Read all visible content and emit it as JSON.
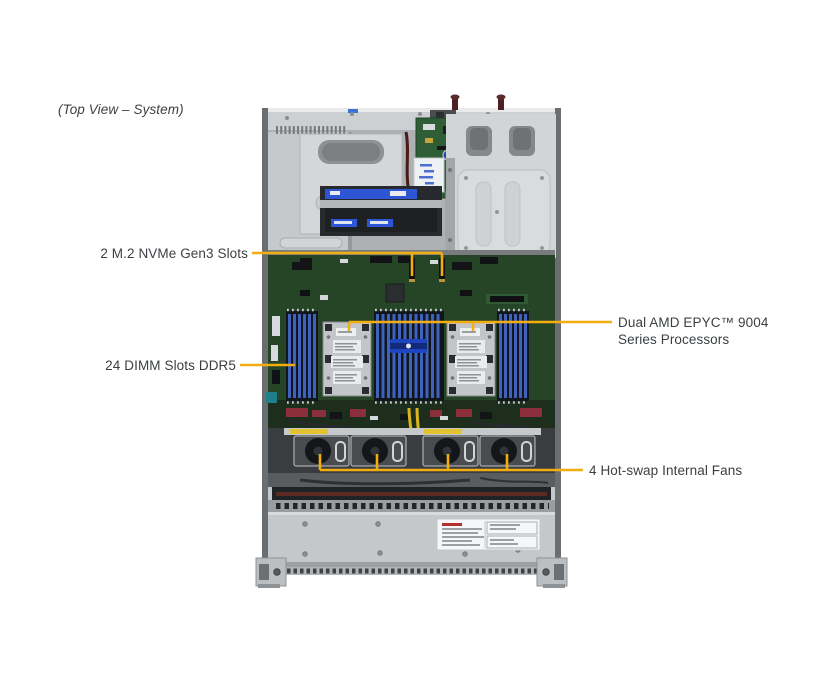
{
  "figure": {
    "title": "(Top View – System)"
  },
  "callouts": {
    "m2": {
      "text": "2 M.2 NVMe Gen3 Slots"
    },
    "cpu": {
      "line1": "Dual AMD EPYC™ 9004",
      "line2": "Series Processors"
    },
    "dimm": {
      "text": "24 DIMM Slots DDR5"
    },
    "fans": {
      "text": "4 Hot-swap Internal Fans"
    }
  },
  "colors": {
    "callout_line": "#F2AE10",
    "label_text": "#3C4043",
    "chassis_gray": "#C9CCCE",
    "motherboard_green": "#264426",
    "dimm_blue": "#3F63BD",
    "heatsink_silver": "#C3C6C8",
    "fan_dark": "#141619",
    "background": "#FFFFFF"
  }
}
